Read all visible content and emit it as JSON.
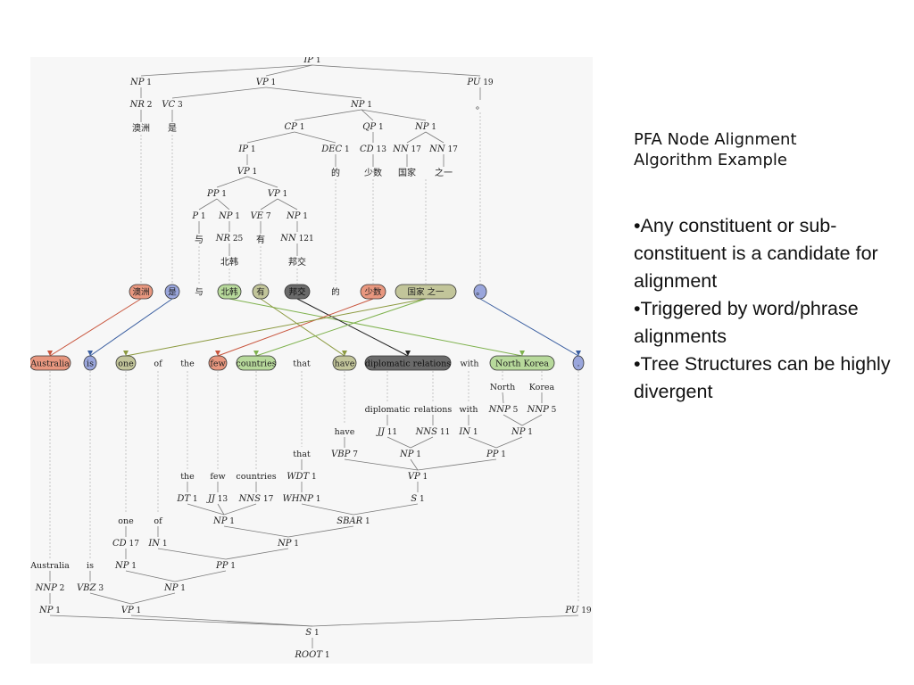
{
  "slide": {
    "title_lines": [
      "PFA Node Alignment",
      "Algorithm Example"
    ],
    "bullets": [
      "•Any constituent or sub-constituent is a candidate for alignment",
      "•Triggered by word/phrase alignments",
      "•Tree Structures can be highly divergent"
    ]
  },
  "colors": {
    "red": "#e8977f",
    "red_line": "#c8553d",
    "blue": "#9aa6dc",
    "blue_line": "#3a5ea0",
    "green": "#b7d99b",
    "green_line": "#7fb24e",
    "olive": "#c2c59a",
    "olive_line": "#8c9a40",
    "dark": "#6a6a6a",
    "dark_line": "#222222",
    "tree": "#7a7a7a",
    "dotted": "#b8b8b8"
  },
  "chinese_tree": {
    "nodes": [
      {
        "id": "c_ip",
        "tag": "IP",
        "n": "1"
      },
      {
        "id": "c_np_top",
        "tag": "NP",
        "n": "1"
      },
      {
        "id": "c_vp_top",
        "tag": "VP",
        "n": "1"
      },
      {
        "id": "c_pu",
        "tag": "PU",
        "n": "19"
      },
      {
        "id": "c_nr2",
        "tag": "NR",
        "n": "2"
      },
      {
        "id": "c_vc3",
        "tag": "VC",
        "n": "3"
      },
      {
        "id": "c_np_obj",
        "tag": "NP",
        "n": "1"
      },
      {
        "id": "c_cp",
        "tag": "CP",
        "n": "1"
      },
      {
        "id": "c_qp",
        "tag": "QP",
        "n": "1"
      },
      {
        "id": "c_np_r",
        "tag": "NP",
        "n": "1"
      },
      {
        "id": "c_ip2",
        "tag": "IP",
        "n": "1"
      },
      {
        "id": "c_dec",
        "tag": "DEC",
        "n": "1"
      },
      {
        "id": "c_cd13",
        "tag": "CD",
        "n": "13"
      },
      {
        "id": "c_nn17a",
        "tag": "NN",
        "n": "17"
      },
      {
        "id": "c_nn17b",
        "tag": "NN",
        "n": "17"
      },
      {
        "id": "c_vp2",
        "tag": "VP",
        "n": "1"
      },
      {
        "id": "c_pp",
        "tag": "PP",
        "n": "1"
      },
      {
        "id": "c_vp3",
        "tag": "VP",
        "n": "1"
      },
      {
        "id": "c_p1",
        "tag": "P",
        "n": "1"
      },
      {
        "id": "c_np_nk",
        "tag": "NP",
        "n": "1"
      },
      {
        "id": "c_ve7",
        "tag": "VE",
        "n": "7"
      },
      {
        "id": "c_np_bj",
        "tag": "NP",
        "n": "1"
      },
      {
        "id": "c_nr25",
        "tag": "NR",
        "n": "25"
      },
      {
        "id": "c_nn121",
        "tag": "NN",
        "n": "121"
      },
      {
        "id": "c_root_root",
        "tag": "",
        "n": ""
      }
    ],
    "leaves": [
      {
        "id": "cw_aozhou",
        "text": "澳洲"
      },
      {
        "id": "cw_shi",
        "text": "是"
      },
      {
        "id": "cw_de",
        "text": "的"
      },
      {
        "id": "cw_shaoshu",
        "text": "少数"
      },
      {
        "id": "cw_guojia",
        "text": "国家"
      },
      {
        "id": "cw_zhiyi",
        "text": "之一"
      },
      {
        "id": "cw_yu",
        "text": "与"
      },
      {
        "id": "cw_you",
        "text": "有"
      },
      {
        "id": "cw_beihan",
        "text": "北韩"
      },
      {
        "id": "cw_bangjiao",
        "text": "邦交"
      },
      {
        "id": "cw_period",
        "text": "。"
      }
    ]
  },
  "chinese_row": [
    {
      "id": "cr_aozhou",
      "text": "澳洲",
      "style": "red"
    },
    {
      "id": "cr_shi",
      "text": "是",
      "style": "blue"
    },
    {
      "id": "cr_yu",
      "text": "与",
      "style": "none"
    },
    {
      "id": "cr_beihan",
      "text": "北韩",
      "style": "green"
    },
    {
      "id": "cr_you",
      "text": "有",
      "style": "olive"
    },
    {
      "id": "cr_bangjiao",
      "text": "邦交",
      "style": "dark"
    },
    {
      "id": "cr_de",
      "text": "的",
      "style": "none"
    },
    {
      "id": "cr_shaoshu",
      "text": "少数",
      "style": "red"
    },
    {
      "id": "cr_guojia_zhiyi",
      "text": "国家      之一",
      "style": "olive"
    },
    {
      "id": "cr_period",
      "text": "。",
      "style": "blue"
    }
  ],
  "english_row": [
    {
      "id": "er_australia",
      "text": "Australia",
      "style": "red"
    },
    {
      "id": "er_is",
      "text": "is",
      "style": "blue"
    },
    {
      "id": "er_one",
      "text": "one",
      "style": "olive"
    },
    {
      "id": "er_of",
      "text": "of",
      "style": "none"
    },
    {
      "id": "er_the",
      "text": "the",
      "style": "none"
    },
    {
      "id": "er_few",
      "text": "few",
      "style": "red"
    },
    {
      "id": "er_countries",
      "text": "countries",
      "style": "green"
    },
    {
      "id": "er_that",
      "text": "that",
      "style": "none"
    },
    {
      "id": "er_have",
      "text": "have",
      "style": "olive"
    },
    {
      "id": "er_diplomatic",
      "text": "diplomatic   relations",
      "style": "dark"
    },
    {
      "id": "er_with",
      "text": "with",
      "style": "none"
    },
    {
      "id": "er_north_korea",
      "text": "North      Korea",
      "style": "green"
    },
    {
      "id": "er_period",
      "text": ".",
      "style": "blue"
    }
  ],
  "english_tree": {
    "leaves": [
      {
        "id": "ew_north",
        "text": "North"
      },
      {
        "id": "ew_korea",
        "text": "Korea"
      },
      {
        "id": "ew_diplomatic",
        "text": "diplomatic"
      },
      {
        "id": "ew_relations",
        "text": "relations"
      },
      {
        "id": "ew_with",
        "text": "with"
      },
      {
        "id": "ew_have",
        "text": "have"
      },
      {
        "id": "ew_that",
        "text": "that"
      },
      {
        "id": "ew_the",
        "text": "the"
      },
      {
        "id": "ew_few",
        "text": "few"
      },
      {
        "id": "ew_countries",
        "text": "countries"
      },
      {
        "id": "ew_one",
        "text": "one"
      },
      {
        "id": "ew_of",
        "text": "of"
      },
      {
        "id": "ew_australia",
        "text": "Australia"
      },
      {
        "id": "ew_is",
        "text": "is"
      }
    ],
    "nodes": [
      {
        "id": "e_nnp5a",
        "tag": "NNP",
        "n": "5"
      },
      {
        "id": "e_nnp5b",
        "tag": "NNP",
        "n": "5"
      },
      {
        "id": "e_jj11",
        "tag": "JJ",
        "n": "11"
      },
      {
        "id": "e_nns11",
        "tag": "NNS",
        "n": "11"
      },
      {
        "id": "e_in1a",
        "tag": "IN",
        "n": "1"
      },
      {
        "id": "e_np_nk",
        "tag": "NP",
        "n": "1"
      },
      {
        "id": "e_vbp7",
        "tag": "VBP",
        "n": "7"
      },
      {
        "id": "e_np_dr",
        "tag": "NP",
        "n": "1"
      },
      {
        "id": "e_pp_with",
        "tag": "PP",
        "n": "1"
      },
      {
        "id": "e_vp_have",
        "tag": "VP",
        "n": "1"
      },
      {
        "id": "e_wdt1",
        "tag": "WDT",
        "n": "1"
      },
      {
        "id": "e_s1_inner",
        "tag": "S",
        "n": "1"
      },
      {
        "id": "e_dt1",
        "tag": "DT",
        "n": "1"
      },
      {
        "id": "e_jj13",
        "tag": "JJ",
        "n": "13"
      },
      {
        "id": "e_nns17",
        "tag": "NNS",
        "n": "17"
      },
      {
        "id": "e_whnp1",
        "tag": "WHNP",
        "n": "1"
      },
      {
        "id": "e_np_tfc",
        "tag": "NP",
        "n": "1"
      },
      {
        "id": "e_sbar1",
        "tag": "SBAR",
        "n": "1"
      },
      {
        "id": "e_cd17",
        "tag": "CD",
        "n": "17"
      },
      {
        "id": "e_in1b",
        "tag": "IN",
        "n": "1"
      },
      {
        "id": "e_np_big",
        "tag": "NP",
        "n": "1"
      },
      {
        "id": "e_np_one",
        "tag": "NP",
        "n": "1"
      },
      {
        "id": "e_pp_of",
        "tag": "PP",
        "n": "1"
      },
      {
        "id": "e_nnp2",
        "tag": "NNP",
        "n": "2"
      },
      {
        "id": "e_vbz3",
        "tag": "VBZ",
        "n": "3"
      },
      {
        "id": "e_np_pred",
        "tag": "NP",
        "n": "1"
      },
      {
        "id": "e_np_subj",
        "tag": "NP",
        "n": "1"
      },
      {
        "id": "e_vp_main",
        "tag": "VP",
        "n": "1"
      },
      {
        "id": "e_pu19",
        "tag": "PU",
        "n": "19"
      },
      {
        "id": "e_s1",
        "tag": "S",
        "n": "1"
      },
      {
        "id": "e_root",
        "tag": "ROOT",
        "n": "1"
      }
    ]
  }
}
